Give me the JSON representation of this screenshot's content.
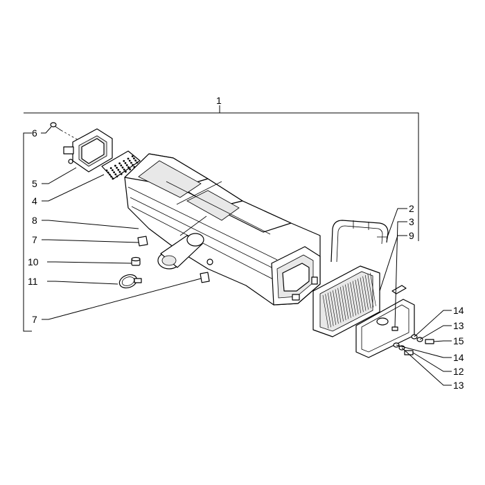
{
  "callouts": {
    "c1": "1",
    "c2": "2",
    "c3": "3",
    "c4": "4",
    "c5": "5",
    "c6": "6",
    "c7a": "7",
    "c7b": "7",
    "c8": "8",
    "c9": "9",
    "c10": "10",
    "c11": "11",
    "c12": "12",
    "c13a": "13",
    "c13b": "13",
    "c14a": "14",
    "c14b": "14",
    "c15": "15"
  }
}
